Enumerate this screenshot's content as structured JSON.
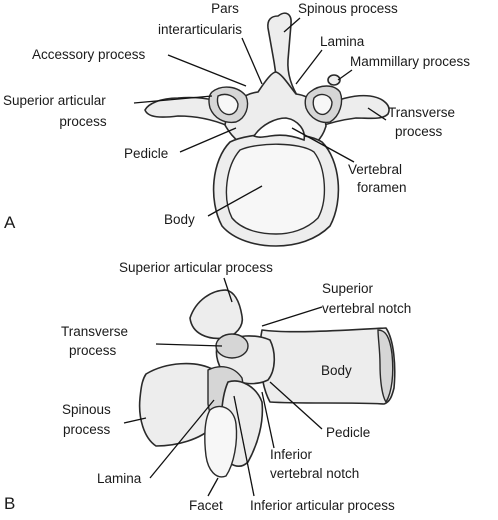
{
  "panel_a": {
    "panel_label": "A",
    "labels": {
      "pars_1": "Pars",
      "pars_2": "interarticularis",
      "spinous": "Spinous process",
      "accessory": "Accessory process",
      "lamina": "Lamina",
      "mammillary": "Mammillary process",
      "sup_art_1": "Superior articular",
      "sup_art_2": "process",
      "transverse_1": "Transverse",
      "transverse_2": "process",
      "pedicle": "Pedicle",
      "vertebral_1": "Vertebral",
      "vertebral_2": "foramen",
      "body": "Body"
    }
  },
  "panel_b": {
    "panel_label": "B",
    "labels": {
      "sup_art": "Superior articular process",
      "sup_notch_1": "Superior",
      "sup_notch_2": "vertebral notch",
      "transverse_1": "Transverse",
      "transverse_2": "process",
      "body": "Body",
      "spinous_1": "Spinous",
      "spinous_2": "process",
      "pedicle": "Pedicle",
      "inf_notch_1": "Inferior",
      "inf_notch_2": "vertebral notch",
      "lamina": "Lamina",
      "facet": "Facet",
      "inf_art": "Inferior articular process"
    }
  }
}
